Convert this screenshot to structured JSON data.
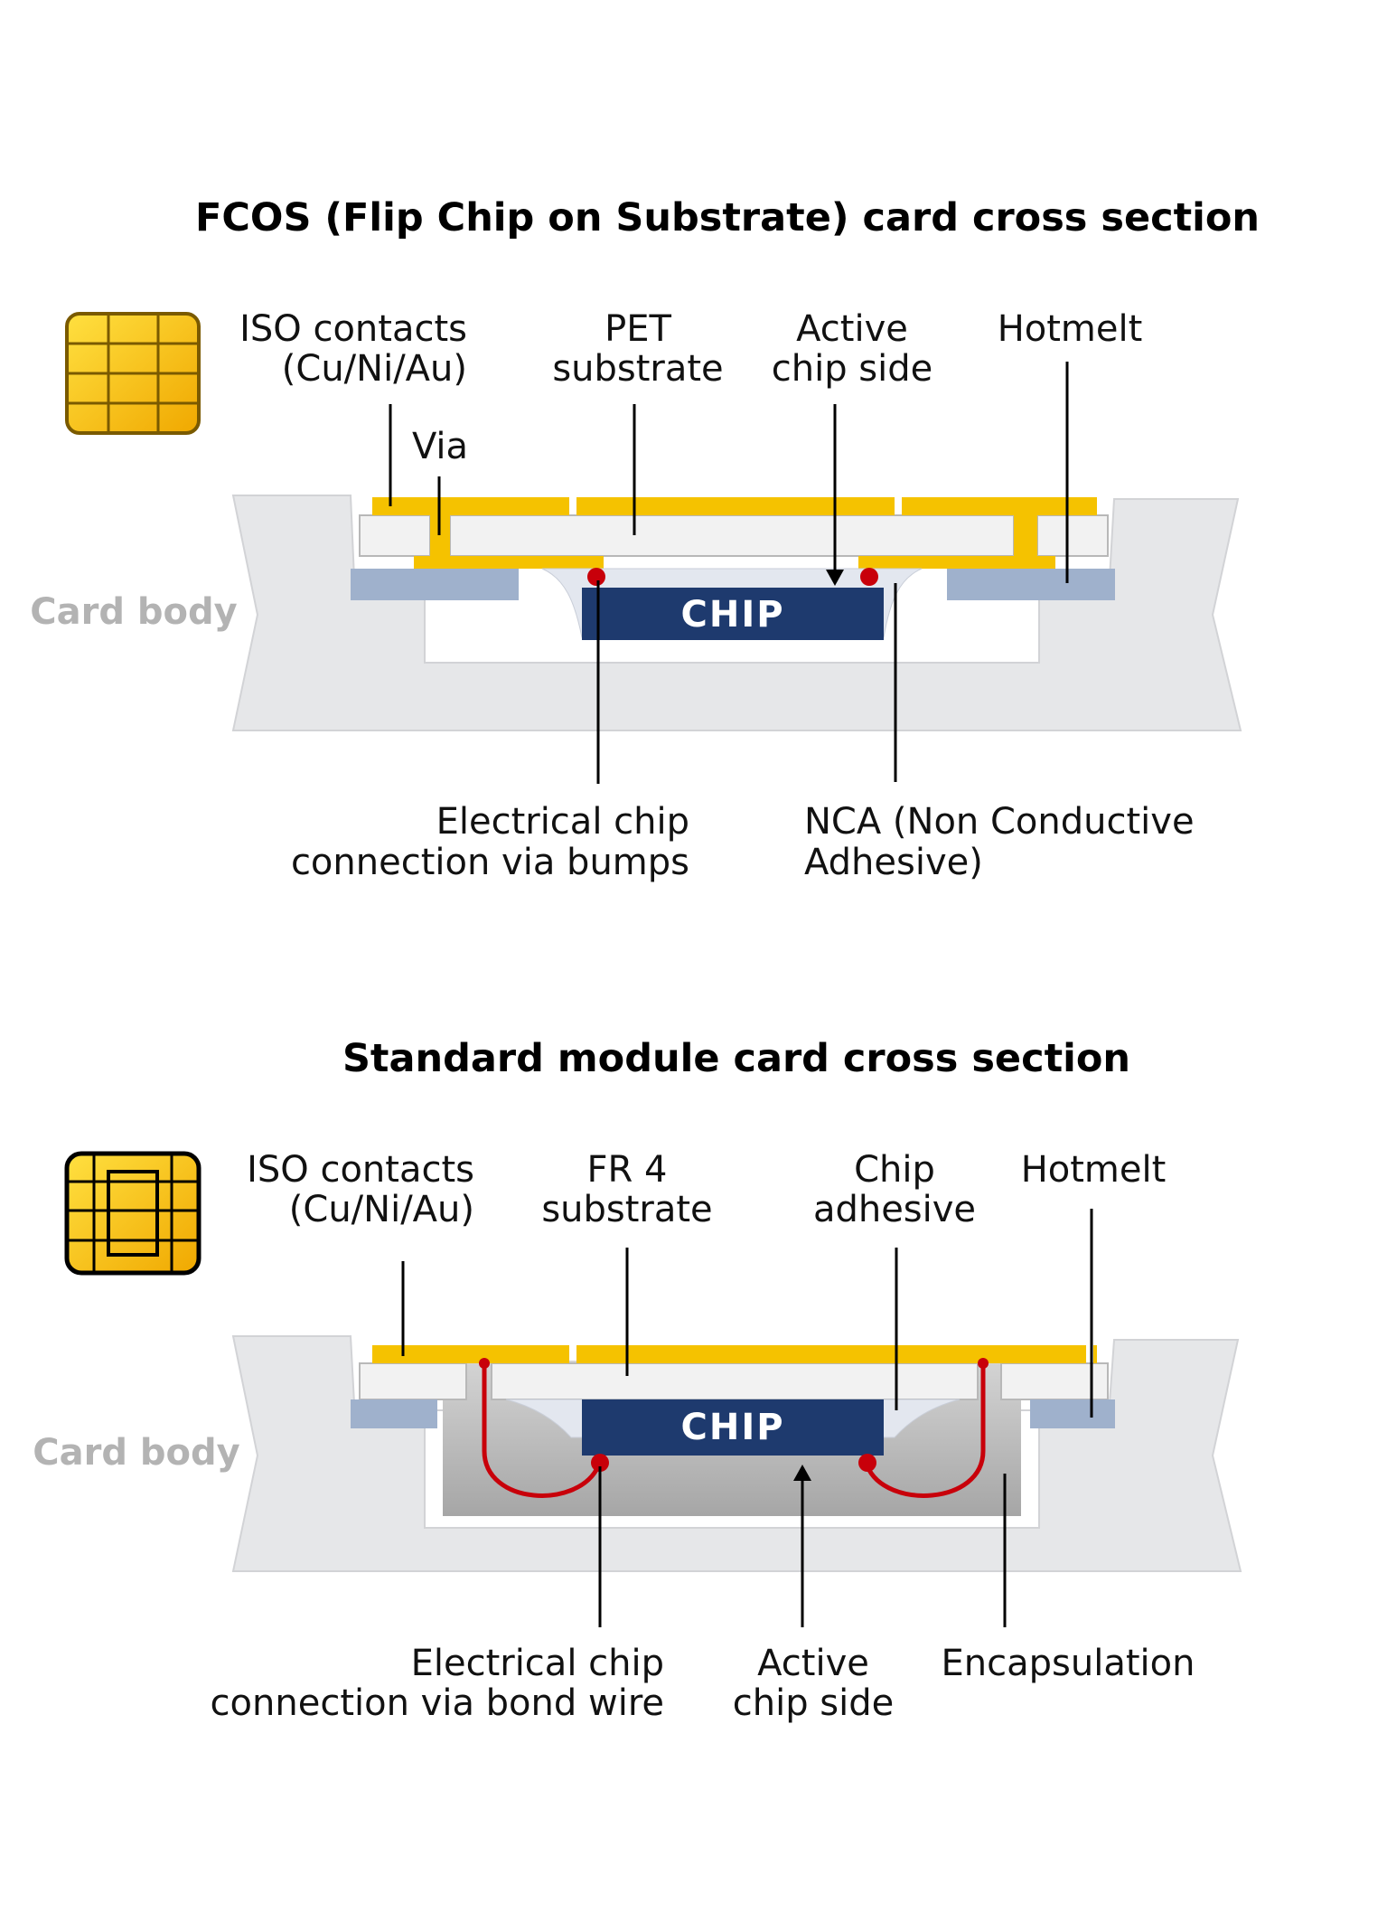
{
  "fcos": {
    "title": "FCOS (Flip Chip on Substrate) card cross section",
    "labels": {
      "iso_1": "ISO contacts",
      "iso_2": "(Cu/Ni/Au)",
      "via": "Via",
      "pet_1": "PET",
      "pet_2": "substrate",
      "active_1": "Active",
      "active_2": "chip side",
      "hotmelt": "Hotmelt",
      "card_body": "Card body",
      "chip": "CHIP",
      "bumps_1": "Electrical chip",
      "bumps_2": "connection via bumps",
      "nca_1": "NCA (Non Conductive",
      "nca_2": "Adhesive)"
    }
  },
  "standard": {
    "title": "Standard module card cross section",
    "labels": {
      "iso_1": "ISO contacts",
      "iso_2": "(Cu/Ni/Au)",
      "fr4_1": "FR 4",
      "fr4_2": "substrate",
      "adh_1": "Chip",
      "adh_2": "adhesive",
      "hotmelt": "Hotmelt",
      "card_body": "Card body",
      "chip": "CHIP",
      "bond_1": "Electrical chip",
      "bond_2": "connection via bond wire",
      "active_1": "Active",
      "active_2": "chip side",
      "encap": "Encapsulation"
    }
  },
  "colors": {
    "gold": "#f5c200",
    "gold_dark": "#e0a800",
    "card_grey": "#e6e7e9",
    "substrate_grey": "#f0f0f0",
    "hotmelt_blue": "#9fb1cc",
    "chip_navy": "#1e3a6e",
    "bump_red": "#c8000a",
    "encapsulation_grey": "#b8b8b8"
  }
}
